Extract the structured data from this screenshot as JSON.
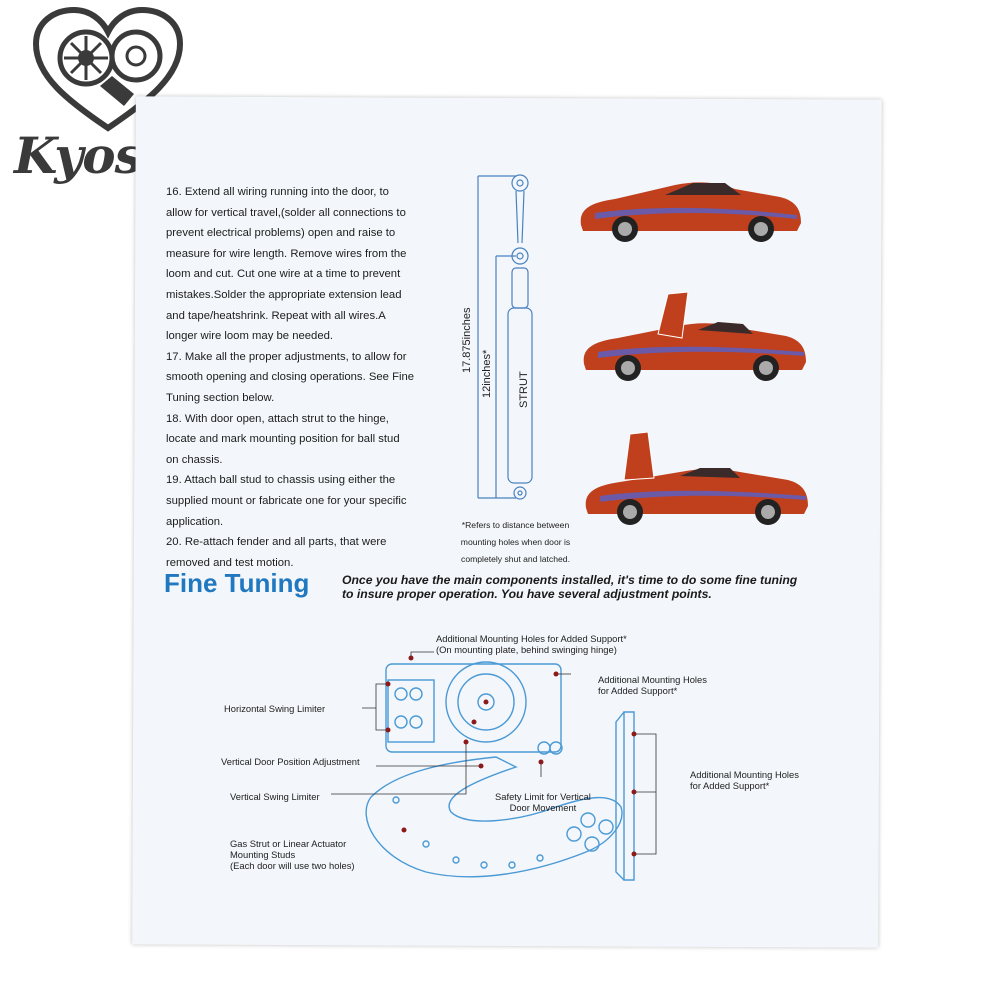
{
  "brand": {
    "name": "Kyostar"
  },
  "steps": [
    {
      "text": "16. Extend all wiring running into the door, to\nallow for vertical travel,(solder all connections to\nprevent electrical problems) open and raise to\nmeasure for wire length. Remove wires from the\nloom and cut. Cut one wire at a time to prevent\nmistakes.Solder the appropriate extension lead\nand tape/heatshrink. Repeat with all wires.A\nlonger wire loom may be needed."
    },
    {
      "text": "17. Make all the proper adjustments, to allow for\nsmooth opening and closing operations. See Fine\nTuning section below."
    },
    {
      "text": "18. With door open, attach strut to the hinge,\nlocate and mark mounting position for ball stud\non chassis."
    },
    {
      "text": "19. Attach ball stud to chassis using either the\nsupplied mount or fabricate one for your specific\napplication."
    },
    {
      "text": "20. Re-attach fender and all parts, that were\nremoved and test motion."
    }
  ],
  "strut": {
    "outer_dim": "17.875inches",
    "inner_dim": "12inches*",
    "label": "STRUT",
    "footnote": "*Refers to distance between\nmounting holes when door is\ncompletely shut and latched."
  },
  "fine_tuning": {
    "title": "Fine Tuning",
    "intro": "Once you have the main components installed, it's time to do some fine tuning to insure proper operation. You have several adjustment points."
  },
  "diagram_labels": {
    "additional_top": "Additional Mounting Holes for Added Support*\n(On mounting plate, behind swinging hinge)",
    "additional_right1": "Additional Mounting Holes\nfor Added Support*",
    "horizontal_swing": "Horizontal Swing Limiter",
    "vertical_door": "Vertical Door Position Adjustment",
    "vertical_swing": "Vertical Swing Limiter",
    "safety": "Safety Limit for Vertical\nDoor Movement",
    "additional_right2": "Additional Mounting Holes\nfor Added Support*",
    "gas_strut": "Gas Strut or Linear Actuator\nMounting Studs\n(Each door will use two holes)"
  },
  "colors": {
    "accent": "#1f78c0",
    "car": "#c0401e",
    "diagram": "#4a9ad6",
    "pin": "#8b1a1a"
  }
}
